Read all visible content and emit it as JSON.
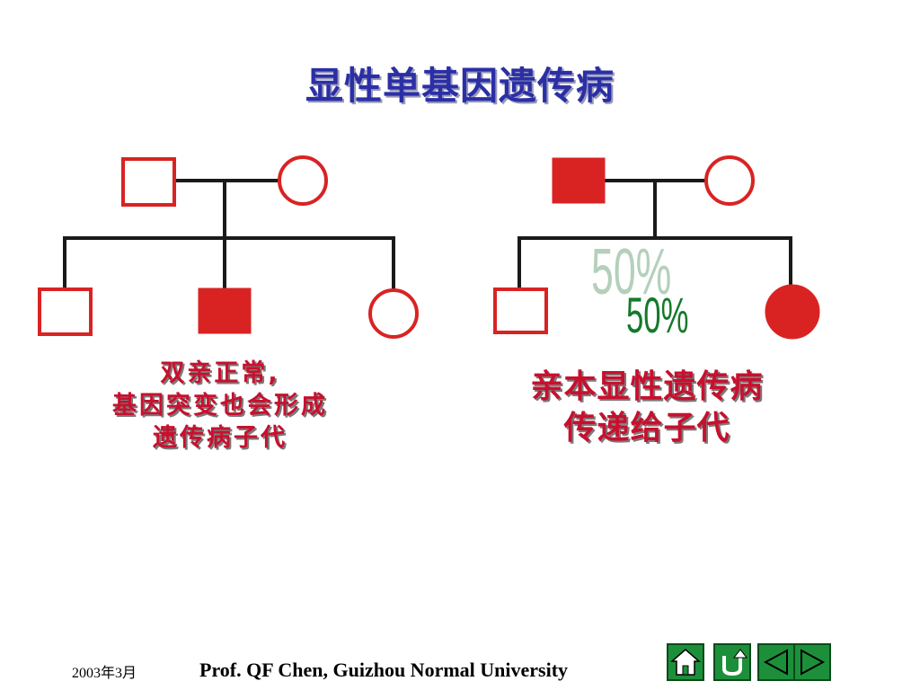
{
  "title": "显性单基因遗传病",
  "left": {
    "caption_lines": [
      "双亲正常,",
      "基因突变也会形成",
      "遗传病子代"
    ]
  },
  "right": {
    "percent_ghost": "50%",
    "percent": "50%",
    "caption_lines": [
      "亲本显性遗传病",
      "传递给子代"
    ]
  },
  "footer": {
    "date": "2003年3月",
    "credit": "Prof. QF Chen, Guizhou Normal University"
  },
  "nav": [
    "home-icon",
    "return-icon",
    "previous-icon",
    "next-icon"
  ],
  "colors": {
    "title": "#2b2fa6",
    "affected": "#d92323",
    "caption": "#c8102e",
    "percent": "#147a2a",
    "nav": "#1d8f3a"
  }
}
